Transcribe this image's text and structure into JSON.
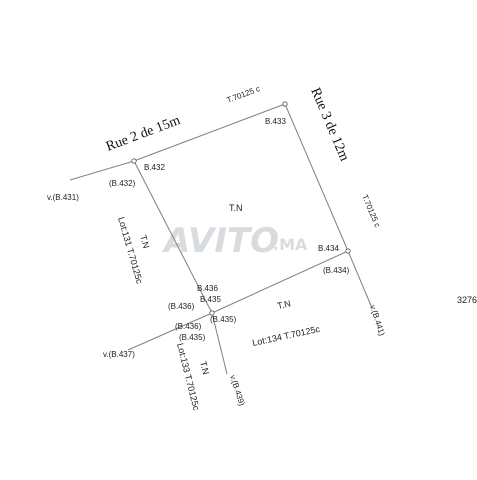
{
  "streets": {
    "north": "Rue 2 de 15m",
    "north_level": "T.70125 c",
    "east": "Rue 3 de 12m",
    "east_level": "T.70125 c"
  },
  "parcel": {
    "label": "T.N"
  },
  "points": {
    "b433": "B.433",
    "b432": "B.432",
    "b432_ref": "(B.432)",
    "b431": "v.(B.431)",
    "b434": "B.434",
    "b434_ref": "(B.434)",
    "b436": "B.436",
    "b435": "B.435",
    "b436_ref": "(B.436)",
    "b435_ref": "(B.435)",
    "b436_ref2": "(B.436)",
    "b435_ref2": "(B.435)",
    "b437": "v.(B.437)",
    "b439": "v.(B.439)",
    "b441": "v.(B.441)"
  },
  "lots": {
    "lot131": {
      "tn": "T.N",
      "text": "Lot:131 T.70125c"
    },
    "lot134": {
      "tn": "T.N",
      "text": "Lot:134 T.70125c"
    },
    "lot133": {
      "tn": "T.N",
      "text": "Lot:133 T.70125c"
    }
  },
  "edge_number": "3276",
  "watermark": {
    "brand": "AVITO",
    "suffix": ".MA"
  }
}
